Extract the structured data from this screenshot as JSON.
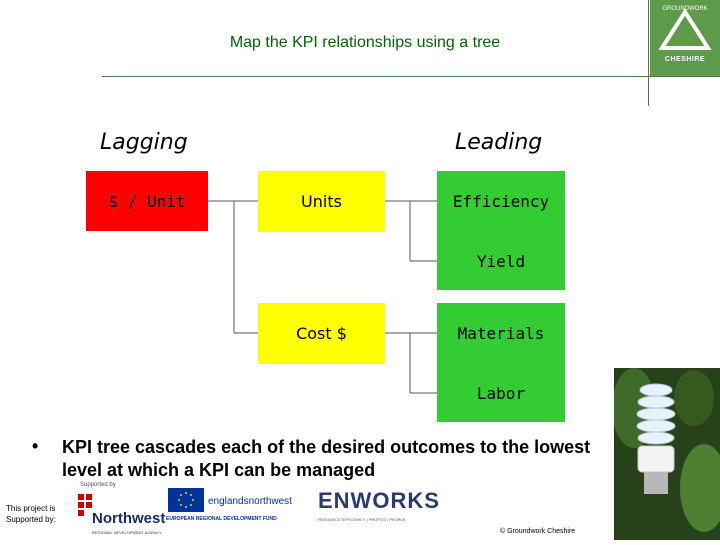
{
  "header": {
    "title": "Map the KPI relationships using a tree",
    "logo_text": "CHESHIRE",
    "logo_brand": "GROUNDWORK"
  },
  "diagram": {
    "lagging_label": "Lagging",
    "leading_label": "Leading",
    "nodes": {
      "unit": "$ / Unit",
      "units": "Units",
      "efficiency": "Efficiency",
      "yield": "Yield",
      "cost": "Cost $",
      "materials": "Materials",
      "labor": "Labor"
    },
    "colors": {
      "lagging": "#ff0000",
      "mid": "#ffff00",
      "leading": "#33cc33"
    }
  },
  "bullet": {
    "text": "KPI tree cascades each of the desired outcomes to the lowest level at which a KPI can be managed"
  },
  "footer": {
    "supported_label": "This project is Supported by:",
    "supported_by": "Supported by",
    "northwest": "Northwest",
    "northwest_sub": "REGIONAL DEVELOPMENT AGENCY",
    "england_nw": "englandsnorthwest",
    "erdf": "EUROPEAN REGIONAL DEVELOPMENT FUND",
    "enworks": "ENWORKS",
    "enworks_sub": "RESOURCE EFFICIENCY | PROFITS | PEOPLE",
    "copyright": "© Groundwork Cheshire"
  }
}
